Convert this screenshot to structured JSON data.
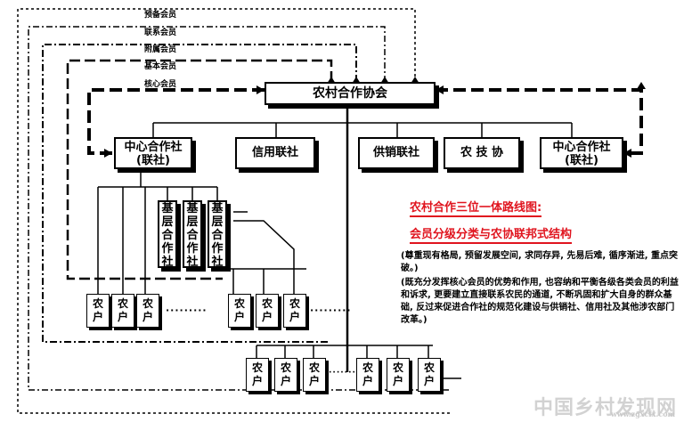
{
  "membership_labels": [
    "预备会员",
    "联系会员",
    "附属会员",
    "基本会员",
    "核心会员"
  ],
  "association": {
    "title": "农村合作协会"
  },
  "units": {
    "central_left": {
      "line1": "中心合作社",
      "line2": "(联社)"
    },
    "credit": "信用联社",
    "supply": "供销联社",
    "agritech": "农 技 协",
    "central_right": {
      "line1": "中心合作社",
      "line2": "(联社)"
    }
  },
  "grassroots_coop": "基层合作社",
  "farmer": {
    "line1": "农",
    "line2": "户"
  },
  "ellipsis": "·········",
  "roadmap": {
    "title": "农村合作三位一体路线图:",
    "subtitle": "会员分级分类与农协联邦式结构",
    "note1": "(尊重现有格局, 预留发展空间, 求同存异, 先易后难, 循序渐进, 重点突破。)",
    "note2": "(既充分发挥核心会员的优势和作用, 也容纳和平衡各级各类会员的利益和诉求, 更要建立直接联系农民的通道, 不断巩固和扩大自身的群众基础, 反过来促进合作社的规范化建设与供销社、信用社及其他涉农部门改革。)"
  },
  "watermark": {
    "text": "中国乡村发现网",
    "url": "www.zgxcfx.com"
  }
}
